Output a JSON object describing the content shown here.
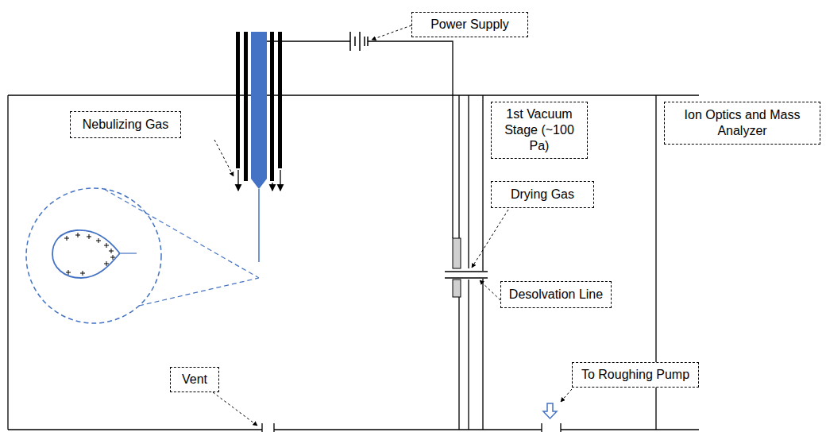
{
  "diagram": {
    "nodes": [
      {
        "text": [
          "Power Supply"
        ]
      },
      {
        "text": [
          "Nebulizing Gas"
        ]
      },
      {
        "text": [
          "1st Vacuum Stage (~100 Pa)"
        ]
      },
      {
        "text": [
          "Ion Optics and Mass Analyzer"
        ]
      },
      {
        "text": [
          "Drying Gas"
        ]
      },
      {
        "text": [
          "Desolvation Line"
        ]
      },
      {
        "text": [
          "Vent"
        ]
      },
      {
        "text": [
          "To Roughing Pump"
        ]
      }
    ]
  }
}
